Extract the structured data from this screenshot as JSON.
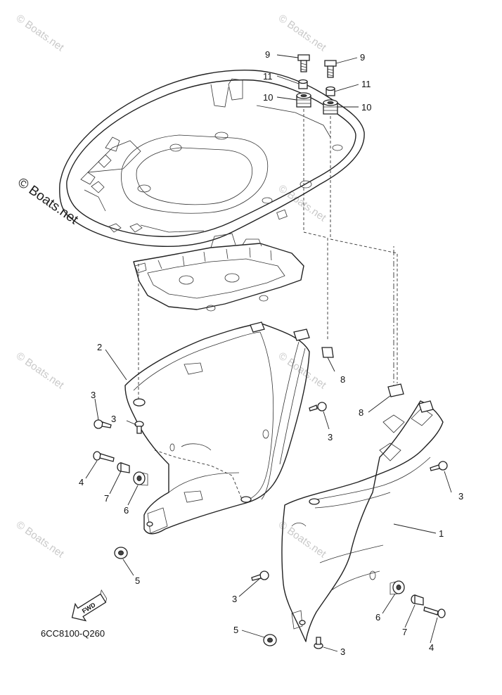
{
  "diagram": {
    "drawing_code": "6CC8100-Q260",
    "fwd_label": "FWD",
    "watermark": "© Boats.net",
    "callouts": {
      "c1": "1",
      "c2": "2",
      "c3a": "3",
      "c3b": "3",
      "c3c": "3",
      "c3d": "3",
      "c3e": "3",
      "c3f": "3",
      "c4a": "4",
      "c4b": "4",
      "c5a": "5",
      "c5b": "5",
      "c6a": "6",
      "c6b": "6",
      "c7a": "7",
      "c7b": "7",
      "c8a": "8",
      "c8b": "8",
      "c9a": "9",
      "c9b": "9",
      "c10a": "10",
      "c10b": "10",
      "c11a": "11",
      "c11b": "11"
    }
  }
}
